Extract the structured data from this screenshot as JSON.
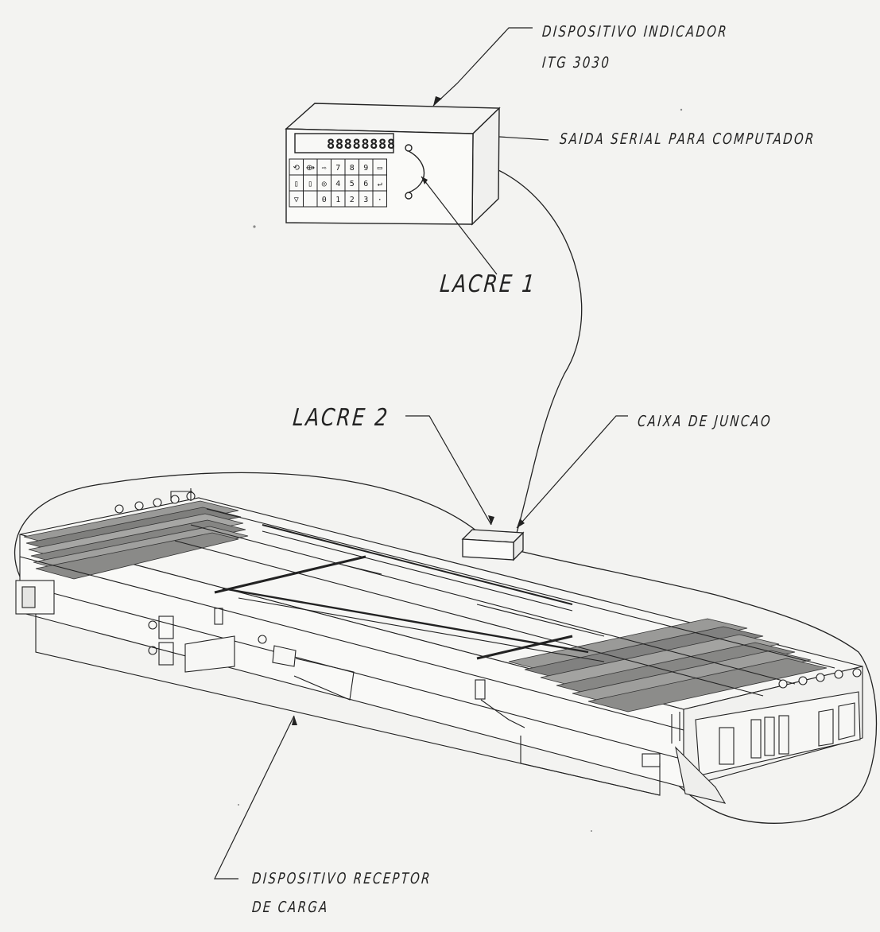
{
  "labels": {
    "indicator_line1": "DISPOSITIVO INDICADOR",
    "indicator_line2": "ITG 3030",
    "serial_output": "SAIDA SERIAL PARA COMPUTADOR",
    "seal1": "LACRE 1",
    "seal2": "LACRE 2",
    "junction_box": "CAIXA DE JUNCAO",
    "receiver_line1": "DISPOSITIVO RECEPTOR",
    "receiver_line2": "DE CARGA"
  },
  "indicator_device": {
    "display": "88888888",
    "keypad": [
      [
        "⟲",
        "⟴",
        "⇨",
        "7",
        "8",
        "9",
        "▭"
      ],
      [
        "▯",
        "▯",
        "◎",
        "4",
        "5",
        "6",
        "↵"
      ],
      [
        "▽",
        "",
        "0",
        "1",
        "2",
        "3",
        "·"
      ]
    ]
  }
}
